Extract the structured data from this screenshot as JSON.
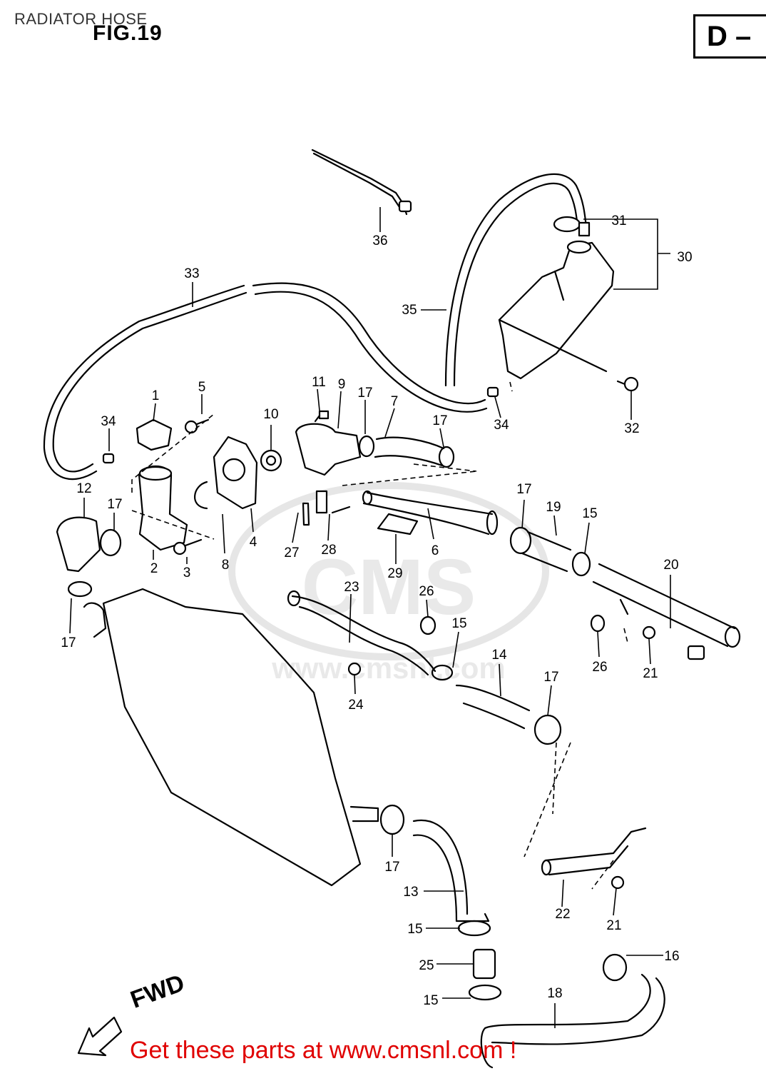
{
  "header": {
    "title": "RADIATOR HOSE",
    "figure": "FIG.19",
    "section_tab": "D –"
  },
  "direction_label": "FWD",
  "promo": "Get these parts at www.cmsnl.com !",
  "watermark": "CMS www.cmsnl.com",
  "colors": {
    "line": "#000000",
    "promo_text": "#e00000",
    "background": "#ffffff"
  },
  "callouts": [
    {
      "id": "c1",
      "text": "1"
    },
    {
      "id": "c2",
      "text": "2"
    },
    {
      "id": "c3",
      "text": "3"
    },
    {
      "id": "c4",
      "text": "4"
    },
    {
      "id": "c5",
      "text": "5"
    },
    {
      "id": "c6",
      "text": "6"
    },
    {
      "id": "c7",
      "text": "7"
    },
    {
      "id": "c8",
      "text": "8"
    },
    {
      "id": "c9",
      "text": "9"
    },
    {
      "id": "c10",
      "text": "10"
    },
    {
      "id": "c11",
      "text": "11"
    },
    {
      "id": "c12",
      "text": "12"
    },
    {
      "id": "c13",
      "text": "13"
    },
    {
      "id": "c14",
      "text": "14"
    },
    {
      "id": "c15a",
      "text": "15"
    },
    {
      "id": "c15b",
      "text": "15"
    },
    {
      "id": "c15c",
      "text": "15"
    },
    {
      "id": "c15d",
      "text": "15"
    },
    {
      "id": "c16",
      "text": "16"
    },
    {
      "id": "c17a",
      "text": "17"
    },
    {
      "id": "c17b",
      "text": "17"
    },
    {
      "id": "c17c",
      "text": "17"
    },
    {
      "id": "c17d",
      "text": "17"
    },
    {
      "id": "c17e",
      "text": "17"
    },
    {
      "id": "c17f",
      "text": "17"
    },
    {
      "id": "c17g",
      "text": "17"
    },
    {
      "id": "c18",
      "text": "18"
    },
    {
      "id": "c19",
      "text": "19"
    },
    {
      "id": "c20",
      "text": "20"
    },
    {
      "id": "c21a",
      "text": "21"
    },
    {
      "id": "c21b",
      "text": "21"
    },
    {
      "id": "c22",
      "text": "22"
    },
    {
      "id": "c23",
      "text": "23"
    },
    {
      "id": "c24",
      "text": "24"
    },
    {
      "id": "c25",
      "text": "25"
    },
    {
      "id": "c26a",
      "text": "26"
    },
    {
      "id": "c26b",
      "text": "26"
    },
    {
      "id": "c27",
      "text": "27"
    },
    {
      "id": "c28",
      "text": "28"
    },
    {
      "id": "c29",
      "text": "29"
    },
    {
      "id": "c30",
      "text": "30"
    },
    {
      "id": "c31",
      "text": "31"
    },
    {
      "id": "c32",
      "text": "32"
    },
    {
      "id": "c33",
      "text": "33"
    },
    {
      "id": "c34a",
      "text": "34"
    },
    {
      "id": "c34b",
      "text": "34"
    },
    {
      "id": "c35",
      "text": "35"
    },
    {
      "id": "c36",
      "text": "36"
    }
  ]
}
